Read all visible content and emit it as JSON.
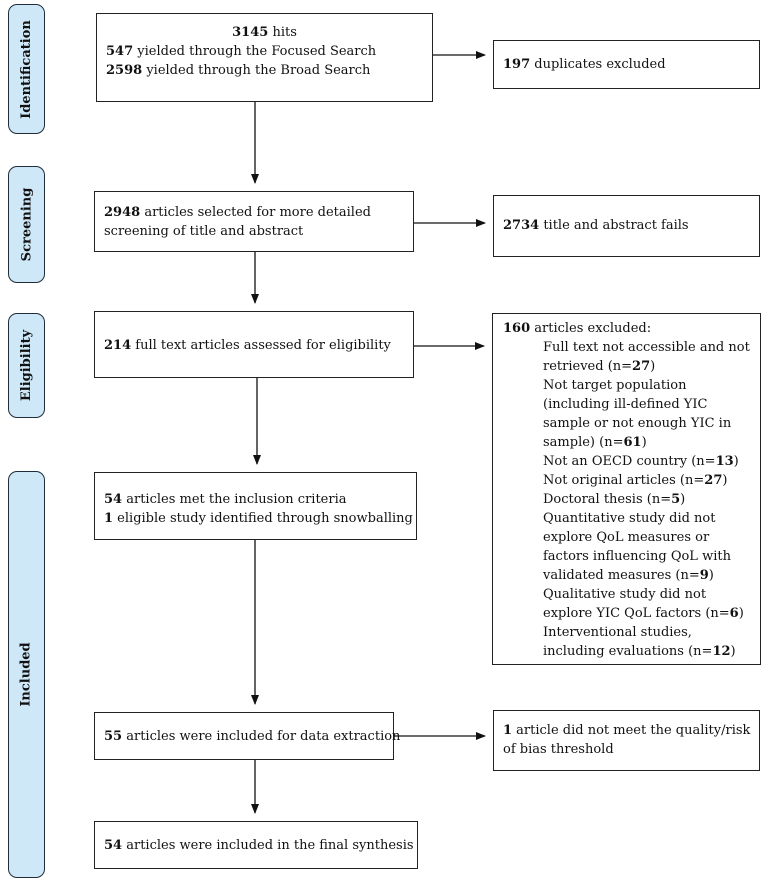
{
  "stages": {
    "identification": "Identification",
    "screening": "Screening",
    "eligibility": "Eligibility",
    "included": "Included"
  },
  "identification_box": {
    "hits_count": "3145",
    "hits_text": " hits",
    "focused_count": "547",
    "focused_text": " yielded through the Focused Search",
    "broad_count": "2598",
    "broad_text": " yielded through the Broad Search"
  },
  "duplicates_box": {
    "count": "197",
    "text": " duplicates excluded"
  },
  "screening_box": {
    "count": "2948",
    "text_1": " articles selected for more detailed",
    "text_2": "screening of title and abstract"
  },
  "title_abstract_box": {
    "count": "2734",
    "text": " title and abstract fails"
  },
  "eligibility_box": {
    "count": "214",
    "text": " full text articles assessed for eligibility"
  },
  "excluded_box": {
    "count": "160",
    "text": " articles excluded:",
    "reasons": [
      {
        "text": "Full text not accessible and not retrieved (n=",
        "n": "27",
        "end": ")"
      },
      {
        "text": "Not target population (including ill-defined YIC sample or not enough YIC in sample) (n=",
        "n": "61",
        "end": ")"
      },
      {
        "text": "Not an OECD country (n=",
        "n": "13",
        "end": ")"
      },
      {
        "text": "Not original articles (n=",
        "n": "27",
        "end": ")"
      },
      {
        "text": "Doctoral thesis (n=",
        "n": "5",
        "end": ")"
      },
      {
        "text": "Quantitative study did not explore QoL measures or factors influencing QoL with validated measures (n=",
        "n": "9",
        "end": ")"
      },
      {
        "text": "Qualitative study did not explore YIC QoL factors (n=",
        "n": "6",
        "end": ")"
      },
      {
        "text": "Interventional studies, including evaluations (n=",
        "n": "12",
        "end": ")"
      }
    ]
  },
  "inclusion_box": {
    "met_count": "54",
    "met_text": " articles met the inclusion criteria",
    "snow_count": "1",
    "snow_text": " eligible study identified through snowballing"
  },
  "extraction_box": {
    "count": "55",
    "text": " articles were included for data extraction"
  },
  "quality_box": {
    "count": "1",
    "text_1": " article did not meet the quality/risk",
    "text_2": "of bias threshold"
  },
  "final_box": {
    "count": "54",
    "text": " articles were included in the final synthesis"
  }
}
